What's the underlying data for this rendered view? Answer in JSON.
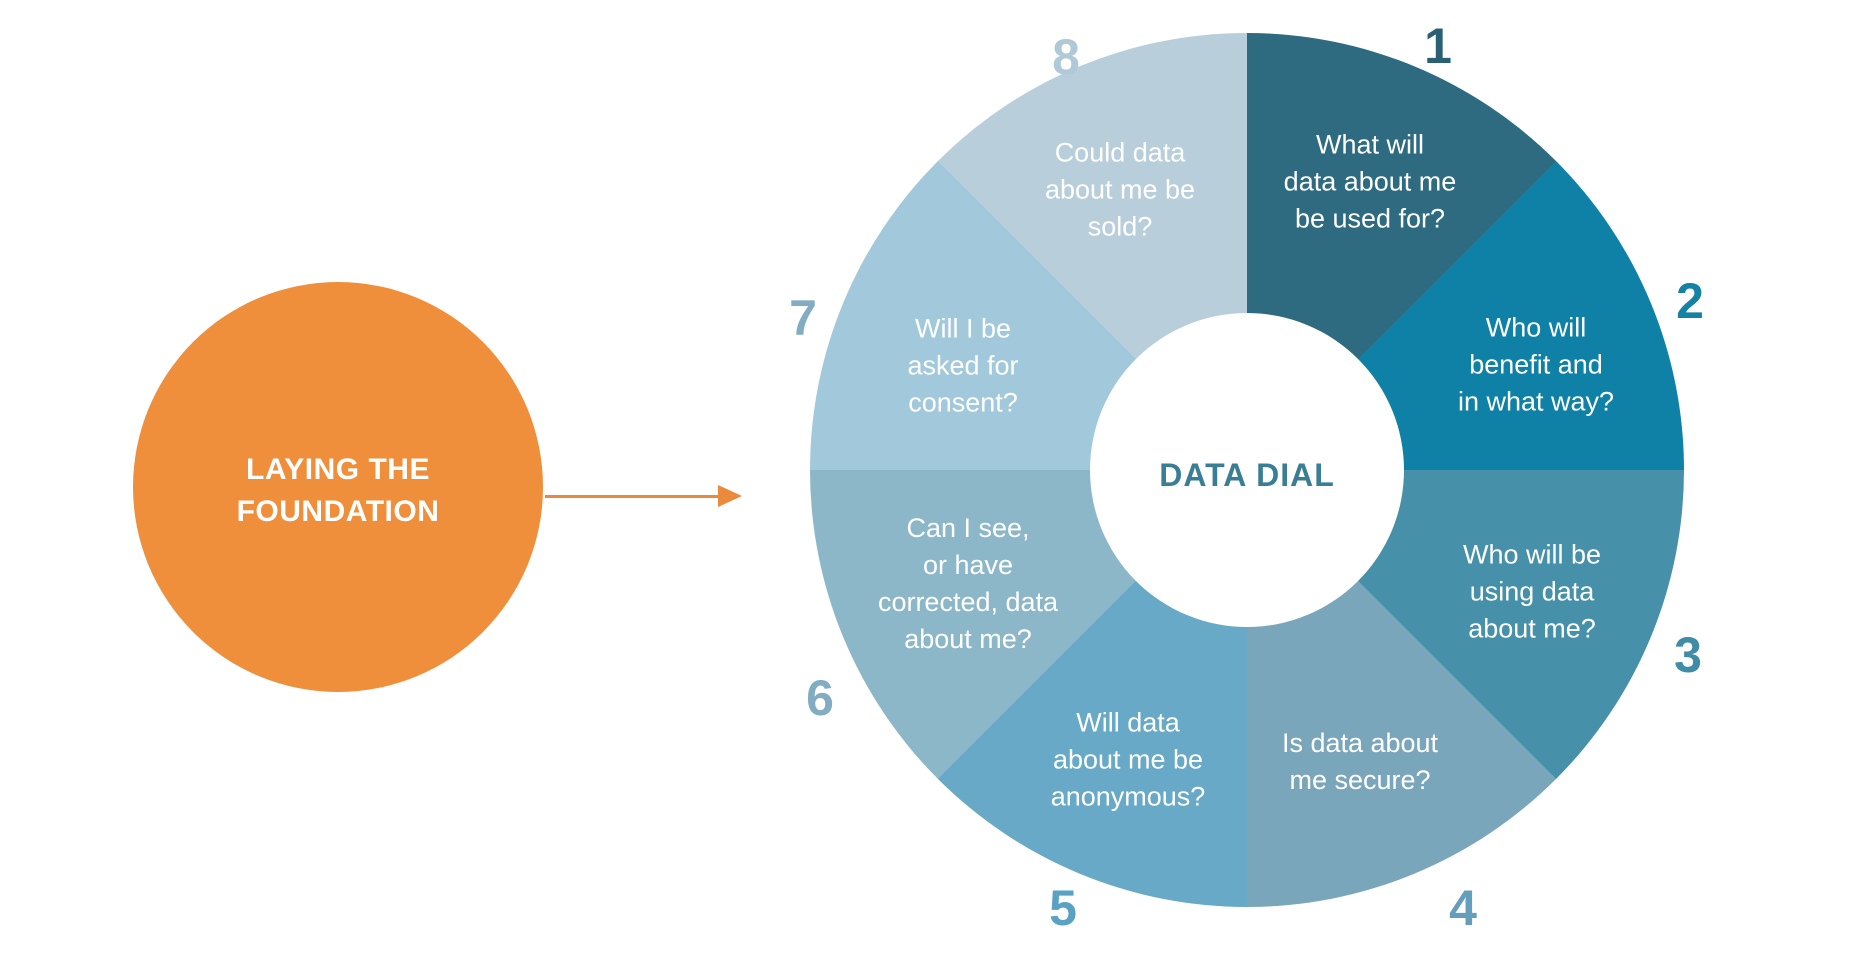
{
  "background": "#FFFFFF",
  "foundation": {
    "line1": "LAYING THE",
    "line2": "FOUNDATION",
    "circle_color": "#EF8E3B",
    "text_color": "#FFFFFF"
  },
  "arrow": {
    "color": "#E98A3C"
  },
  "dial": {
    "title": "DATA DIAL",
    "title_color": "#3A7E95",
    "hub_color": "#FFFFFF",
    "label_text_color": "#FFFFFF",
    "segments": [
      {
        "number": "1",
        "lines": [
          "What will",
          "data about me",
          "be used for?"
        ],
        "color": "#2E6B80",
        "number_color": "#2A6076"
      },
      {
        "number": "2",
        "lines": [
          "Who will",
          "benefit and",
          "in what way?"
        ],
        "color": "#0F81A6",
        "number_color": "#1581A5"
      },
      {
        "number": "3",
        "lines": [
          "Who will be",
          "using data",
          "about me?"
        ],
        "color": "#4691A9",
        "number_color": "#3E8CA6"
      },
      {
        "number": "4",
        "lines": [
          "Is data about",
          "me secure?"
        ],
        "color": "#7AA6BB",
        "number_color": "#639FBC"
      },
      {
        "number": "5",
        "lines": [
          "Will data",
          "about me be",
          "anonymous?"
        ],
        "color": "#67A9C6",
        "number_color": "#5AA2C4"
      },
      {
        "number": "6",
        "lines": [
          "Can I see,",
          "or have",
          "corrected, data",
          "about me?"
        ],
        "color": "#8CB7C9",
        "number_color": "#82ACC2"
      },
      {
        "number": "7",
        "lines": [
          "Will I be",
          "asked for",
          "consent?"
        ],
        "color": "#A2C9DB",
        "number_color": "#82ACC2"
      },
      {
        "number": "8",
        "lines": [
          "Could data",
          "about me be",
          "sold?"
        ],
        "color": "#B9CEDB",
        "number_color": "#AFC9D9"
      }
    ]
  }
}
